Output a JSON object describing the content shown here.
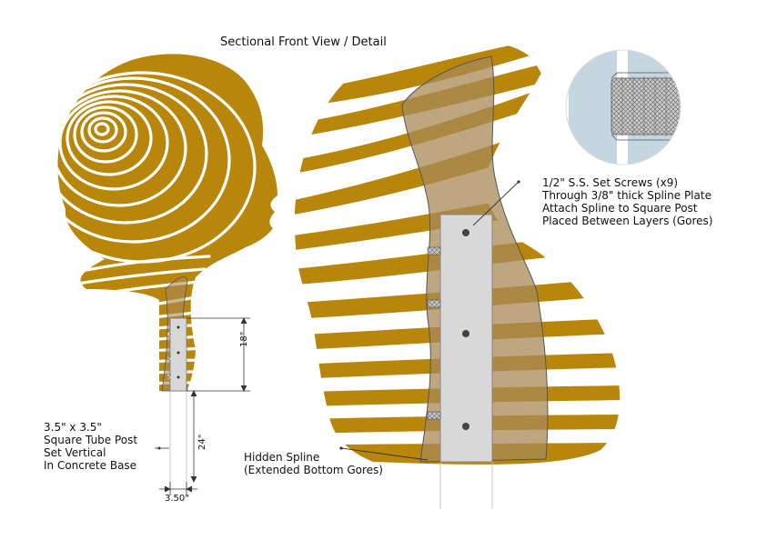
{
  "title": "Sectional Front View / Detail",
  "labels": {
    "post": [
      "3.5\" x 3.5\"",
      "Square Tube Post",
      "Set Vertical",
      "In Concrete Base"
    ],
    "spline": [
      "Hidden Spline",
      "(Extended Bottom Gores)"
    ],
    "screws": [
      "1/2\" S.S. Set Screws (x9)",
      "Through 3/8\" thick Spline Plate",
      "Attach Spline to Square Post",
      "Placed Between Layers (Gores)"
    ]
  },
  "dimensions": {
    "height_18": "18\"",
    "height_24": "24\"",
    "width_350": "3.50\""
  },
  "colors": {
    "wood": "#b8860b",
    "spline": "#a88a55",
    "post": "#d8d8d8",
    "screw_bg": "#c5d6e0",
    "line": "#333333"
  }
}
